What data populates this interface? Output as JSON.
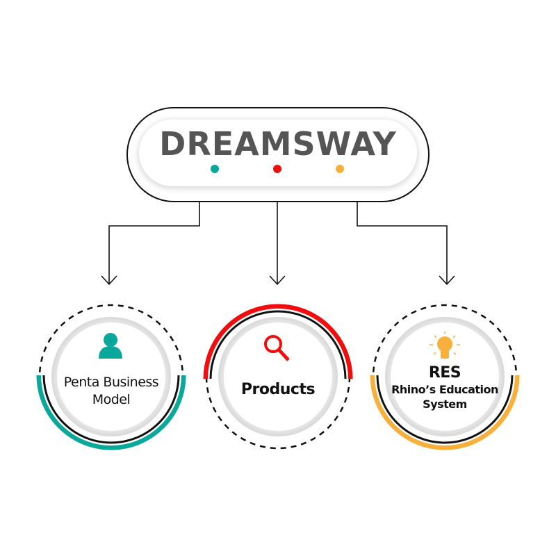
{
  "title": "DREAMSWAY",
  "colors": {
    "teal": "#0aa89a",
    "red": "#f00d0d",
    "orange": "#f7b03c",
    "title_text": "#555555"
  },
  "nodes": [
    {
      "label": "Penta Business Model",
      "line1": "Penta Business",
      "line2": "Model",
      "icon": "person-icon"
    },
    {
      "label": "Products",
      "icon": "search-icon"
    },
    {
      "title": "RES",
      "subtitle_line1": "Rhino’s Education",
      "subtitle_line2": "System",
      "icon": "lightbulb-icon"
    }
  ]
}
